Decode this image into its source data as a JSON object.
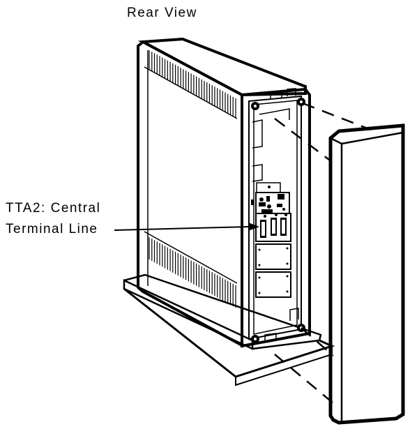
{
  "figure": {
    "title": "Rear View",
    "callout": {
      "line1": "TTA2: Central",
      "line2": "Terminal Line"
    }
  }
}
